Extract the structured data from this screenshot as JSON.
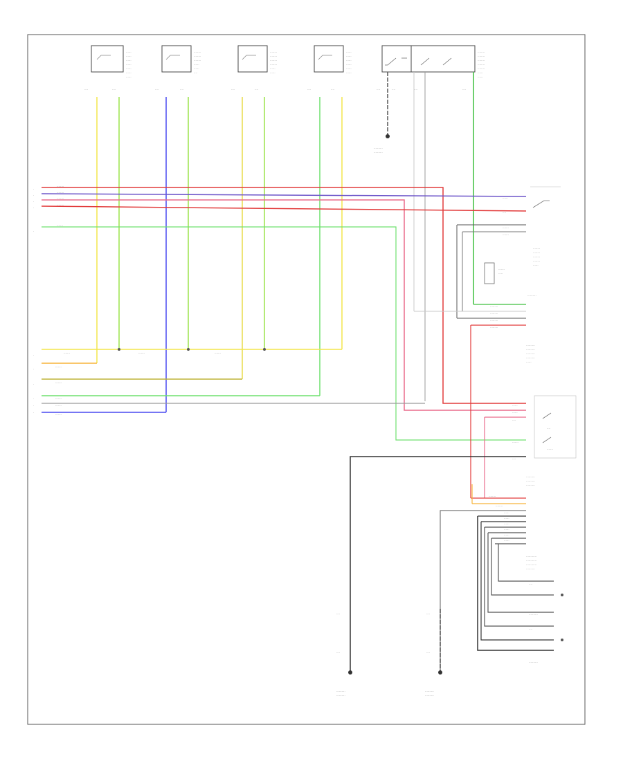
{
  "footer_code": "",
  "colors": {
    "red": "#e23b3b",
    "purple": "#6c54c9",
    "pink": "#ea6c8c",
    "green": "#6ee06e",
    "yellow": "#f4e64a",
    "orange": "#f7b33a",
    "olive": "#bdb436",
    "blue": "#4848f0",
    "grey": "#9a9a9a",
    "black": "#333333",
    "frame": "#555555"
  },
  "components": {
    "sensor_boxes": [
      {
        "name": "sensor-box-1"
      },
      {
        "name": "sensor-box-2"
      },
      {
        "name": "sensor-box-3"
      },
      {
        "name": "sensor-box-4"
      }
    ],
    "switch_boxes": [
      {
        "name": "switch-box-1"
      },
      {
        "name": "switch-box-2"
      }
    ]
  }
}
